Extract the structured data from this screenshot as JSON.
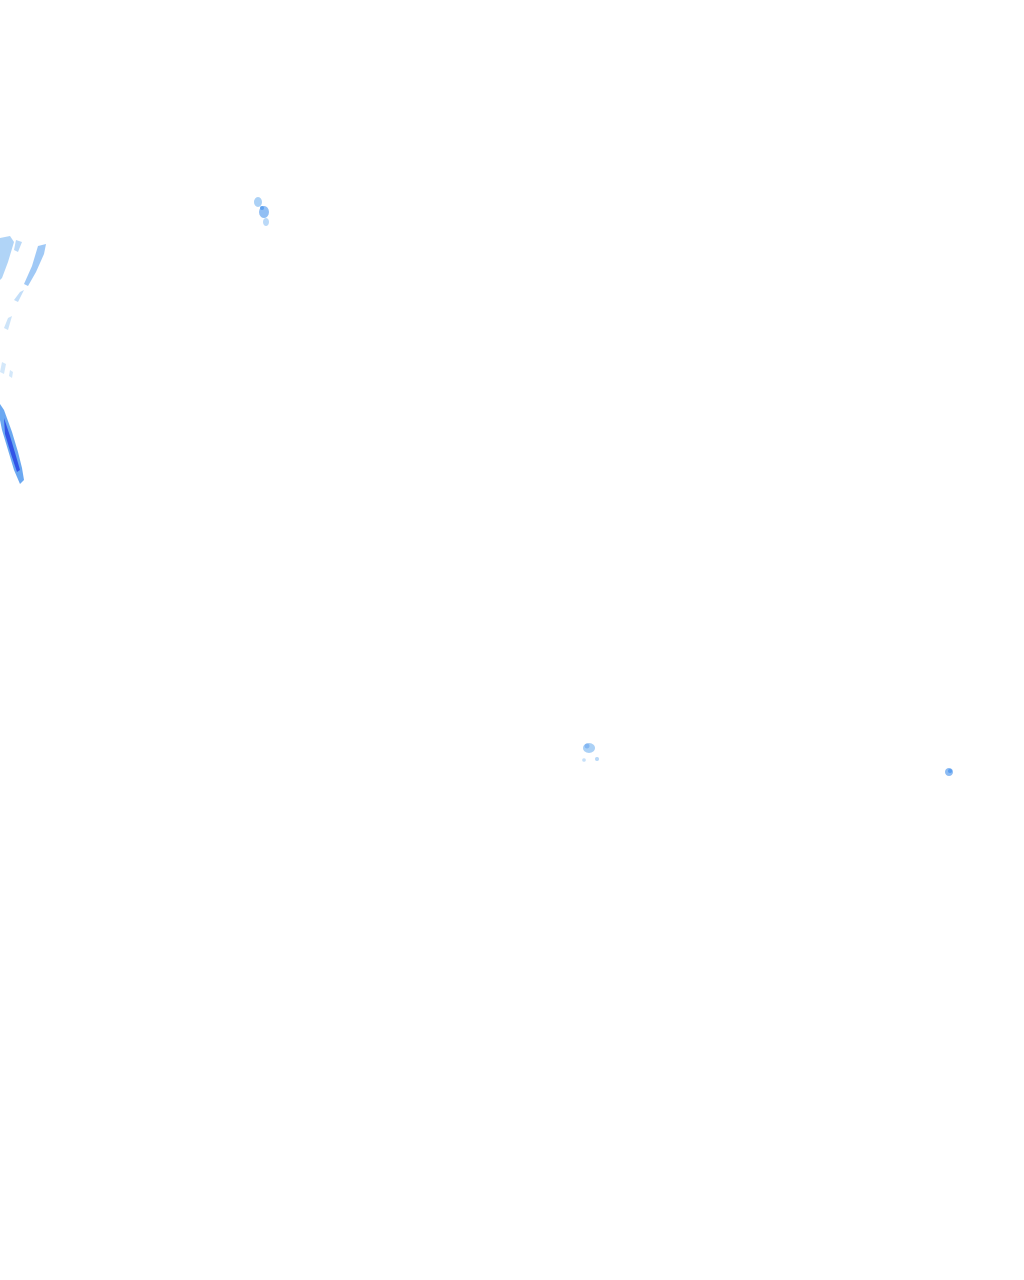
{
  "overlay": {
    "type": "precipitation-radar-tile",
    "background": "transparent",
    "palette": {
      "light": "#9cc9f5",
      "medium": "#5b9ef0",
      "heavy": "#2f4fe6"
    },
    "echo_cells": [
      {
        "name": "echo-cell-upper-left",
        "intensity": "light-medium"
      },
      {
        "name": "echo-band-left-edge",
        "intensity": "light-heavy"
      },
      {
        "name": "echo-cell-center",
        "intensity": "light"
      },
      {
        "name": "echo-cell-right",
        "intensity": "medium"
      }
    ]
  }
}
